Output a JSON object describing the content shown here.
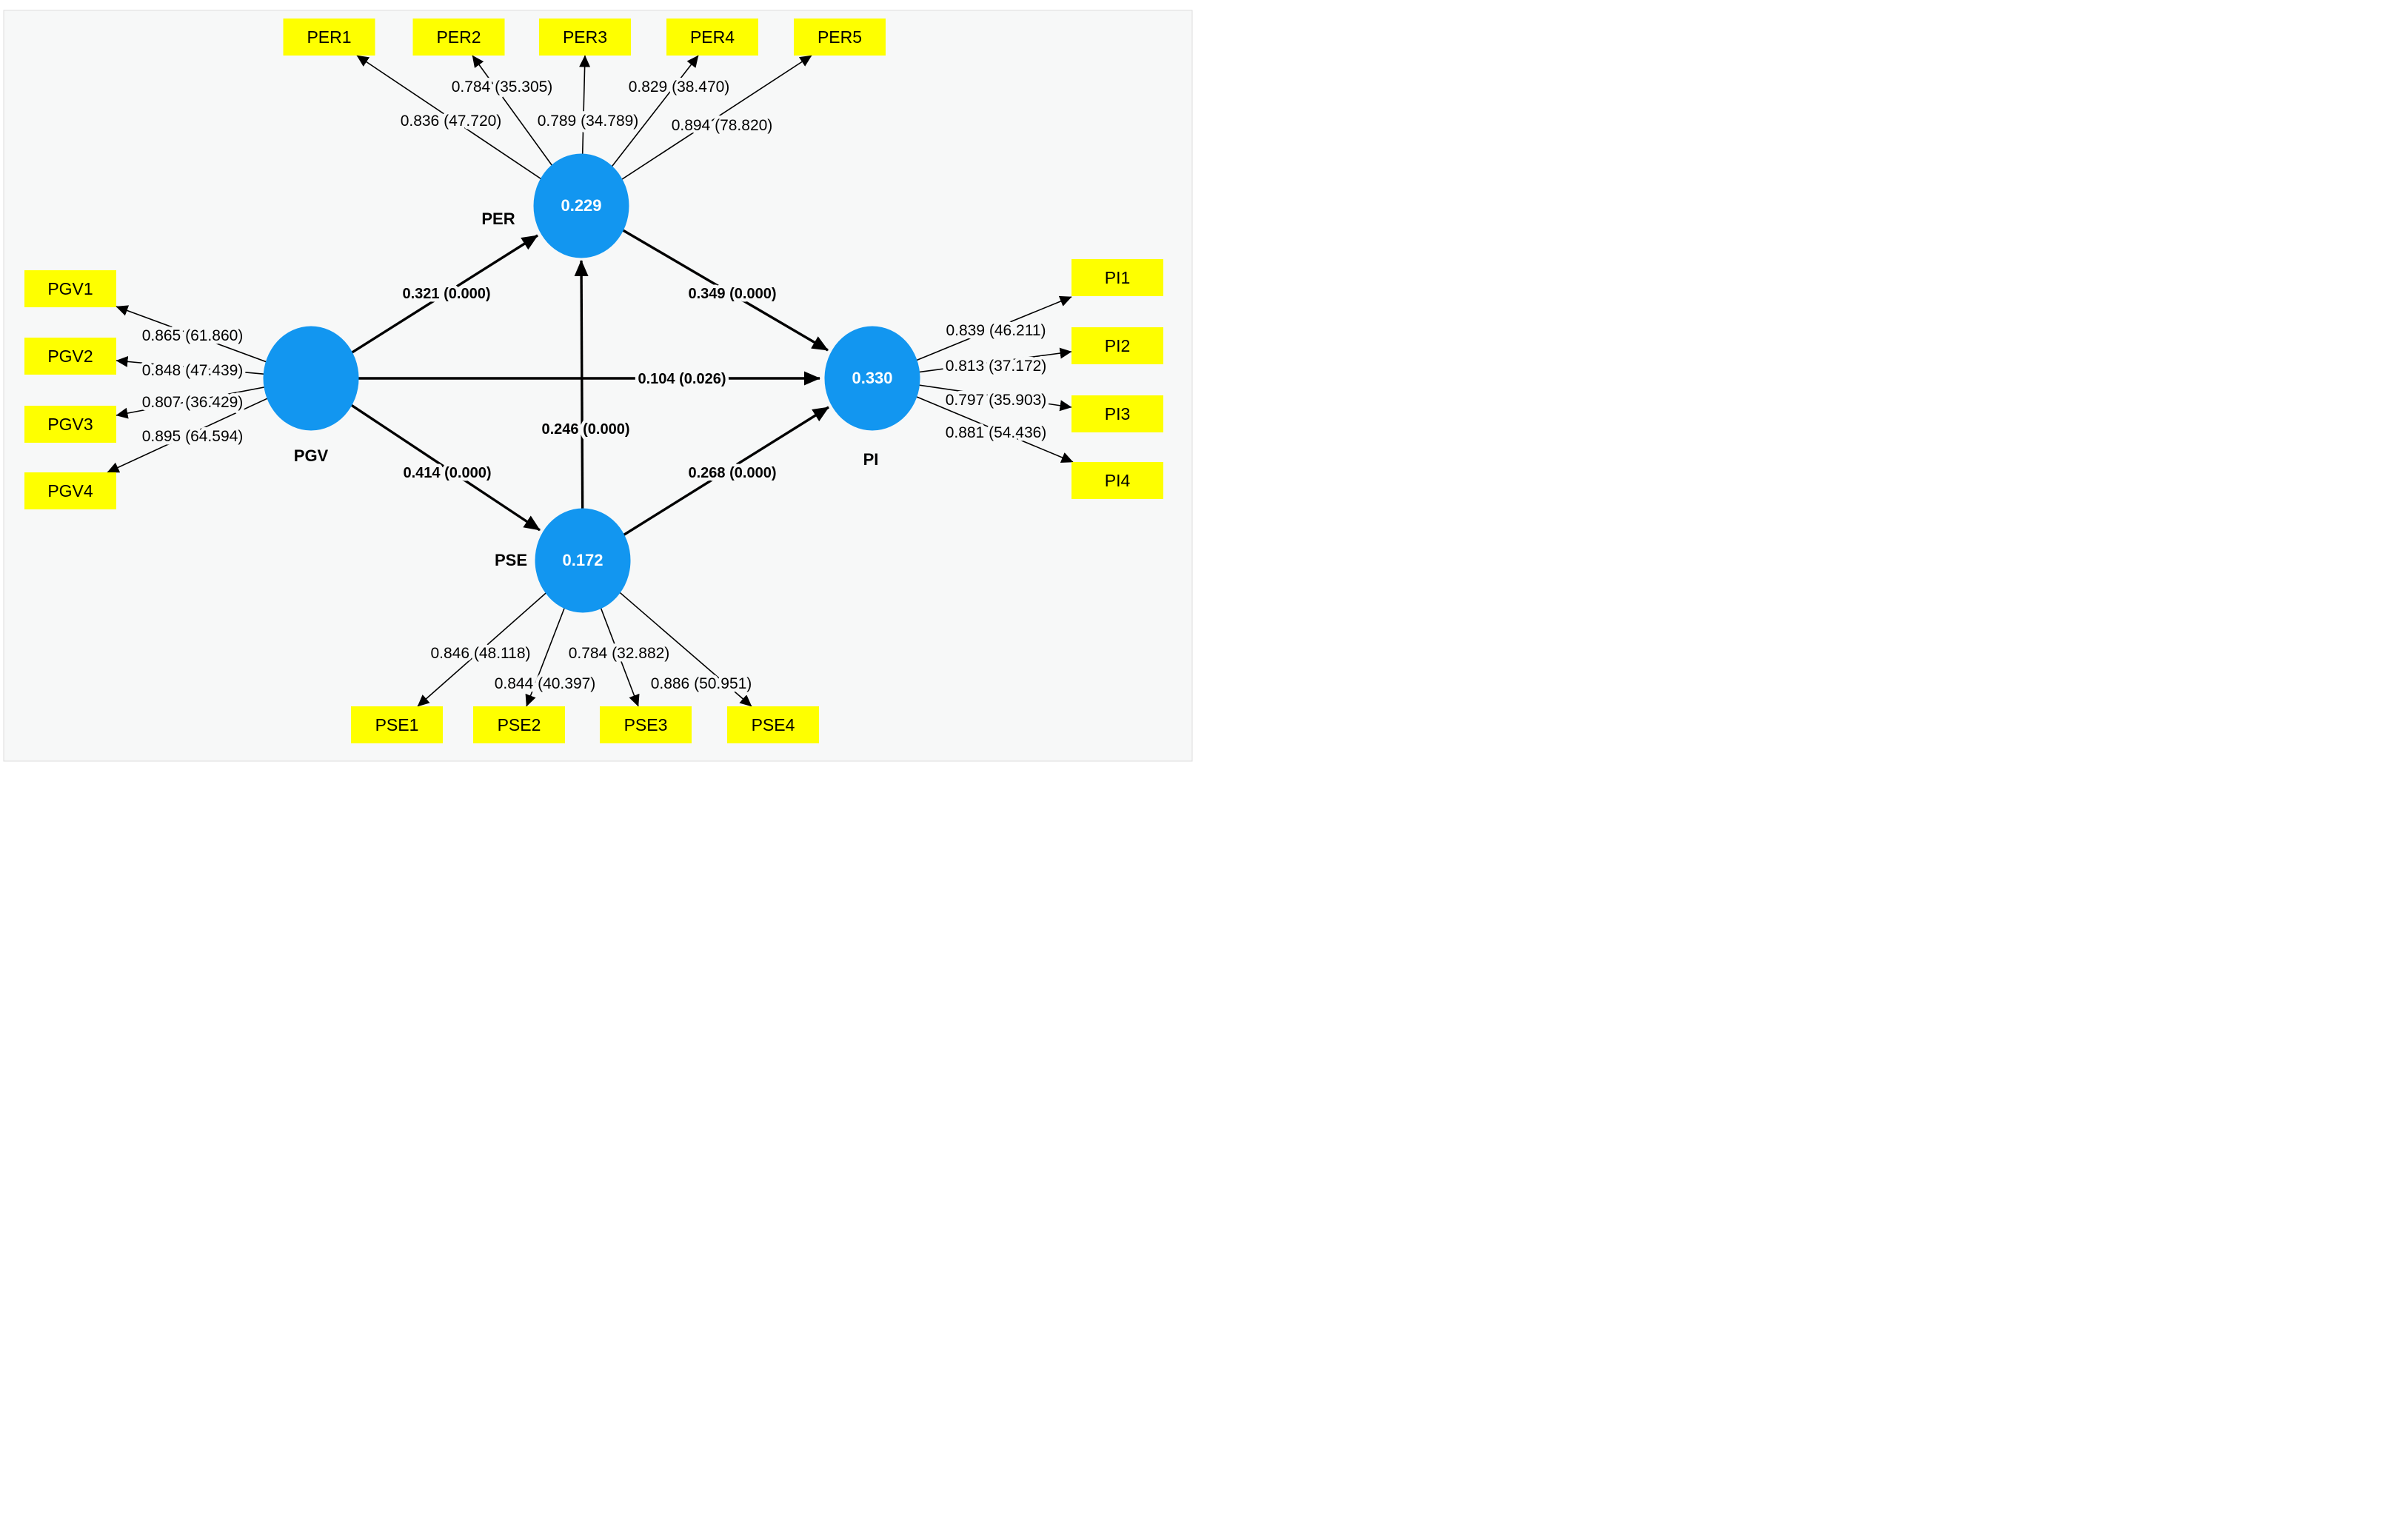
{
  "figure": {
    "type": "pls-sem-path-model",
    "background_color": "#f7f8f8",
    "latent_fill_color": "#1296f0",
    "indicator_fill_color": "#feff00",
    "latents": {
      "pgv": {
        "name": "PGV"
      },
      "per": {
        "name": "PER",
        "r2": "0.229"
      },
      "pse": {
        "name": "PSE",
        "r2": "0.172"
      },
      "pi": {
        "name": "PI",
        "r2": "0.330"
      }
    },
    "paths": {
      "pgv_per": {
        "label": "0.321 (0.000)",
        "coefficient": 0.321,
        "p_value": "0.000"
      },
      "pgv_pi": {
        "label": "0.104 (0.026)",
        "coefficient": 0.104,
        "p_value": "0.026"
      },
      "pgv_pse": {
        "label": "0.414 (0.000)",
        "coefficient": 0.414,
        "p_value": "0.000"
      },
      "pse_per": {
        "label": "0.246 (0.000)",
        "coefficient": 0.246,
        "p_value": "0.000"
      },
      "per_pi": {
        "label": "0.349 (0.000)",
        "coefficient": 0.349,
        "p_value": "0.000"
      },
      "pse_pi": {
        "label": "0.268 (0.000)",
        "coefficient": 0.268,
        "p_value": "0.000"
      }
    },
    "indicators": {
      "per1": {
        "name": "PER1",
        "loading_label": "0.836 (47.720)",
        "loading": 0.836,
        "t_value": 47.72
      },
      "per2": {
        "name": "PER2",
        "loading_label": "0.784 (35.305)",
        "loading": 0.784,
        "t_value": 35.305
      },
      "per3": {
        "name": "PER3",
        "loading_label": "0.789 (34.789)",
        "loading": 0.789,
        "t_value": 34.789
      },
      "per4": {
        "name": "PER4",
        "loading_label": "0.829 (38.470)",
        "loading": 0.829,
        "t_value": 38.47
      },
      "per5": {
        "name": "PER5",
        "loading_label": "0.894 (78.820)",
        "loading": 0.894,
        "t_value": 78.82
      },
      "pgv1": {
        "name": "PGV1",
        "loading_label": "0.865 (61.860)",
        "loading": 0.865,
        "t_value": 61.86
      },
      "pgv2": {
        "name": "PGV2",
        "loading_label": "0.848 (47.439)",
        "loading": 0.848,
        "t_value": 47.439
      },
      "pgv3": {
        "name": "PGV3",
        "loading_label": "0.807 (36.429)",
        "loading": 0.807,
        "t_value": 36.429
      },
      "pgv4": {
        "name": "PGV4",
        "loading_label": "0.895 (64.594)",
        "loading": 0.895,
        "t_value": 64.594
      },
      "pi1": {
        "name": "PI1",
        "loading_label": "0.839 (46.211)",
        "loading": 0.839,
        "t_value": 46.211
      },
      "pi2": {
        "name": "PI2",
        "loading_label": "0.813 (37.172)",
        "loading": 0.813,
        "t_value": 37.172
      },
      "pi3": {
        "name": "PI3",
        "loading_label": "0.797 (35.903)",
        "loading": 0.797,
        "t_value": 35.903
      },
      "pi4": {
        "name": "PI4",
        "loading_label": "0.881 (54.436)",
        "loading": 0.881,
        "t_value": 54.436
      },
      "pse1": {
        "name": "PSE1",
        "loading_label": "0.846 (48.118)",
        "loading": 0.846,
        "t_value": 48.118
      },
      "pse2": {
        "name": "PSE2",
        "loading_label": "0.844 (40.397)",
        "loading": 0.844,
        "t_value": 40.397
      },
      "pse3": {
        "name": "PSE3",
        "loading_label": "0.784 (32.882)",
        "loading": 0.784,
        "t_value": 32.882
      },
      "pse4": {
        "name": "PSE4",
        "loading_label": "0.886 (50.951)",
        "loading": 0.886,
        "t_value": 50.951
      }
    }
  }
}
